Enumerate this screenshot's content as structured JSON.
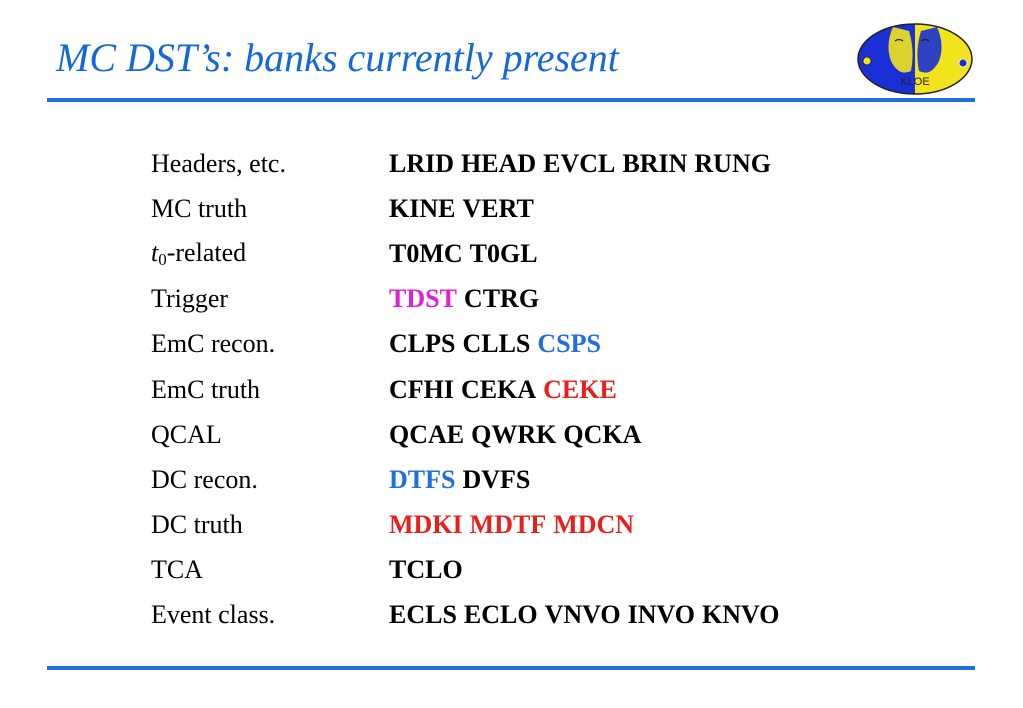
{
  "slide": {
    "title": "MC DST’s: banks currently present",
    "logo_text": "KLOE"
  },
  "colors": {
    "title": "#1569d6",
    "rule": "#1e6fe0",
    "default_bank": "#000000",
    "magenta": "#e020d8",
    "blue": "#1e6fe0",
    "red": "#e8201c"
  },
  "rows": [
    {
      "label": "Headers, etc.",
      "banks": [
        {
          "t": "LRID",
          "c": "#000000"
        },
        {
          "t": "HEAD",
          "c": "#000000"
        },
        {
          "t": "EVCL",
          "c": "#000000"
        },
        {
          "t": "BRIN",
          "c": "#000000"
        },
        {
          "t": "RUNG",
          "c": "#000000"
        }
      ]
    },
    {
      "label": "MC truth",
      "banks": [
        {
          "t": "KINE",
          "c": "#000000"
        },
        {
          "t": "VERT",
          "c": "#000000"
        }
      ]
    },
    {
      "label": "-related",
      "label_prefix": "t",
      "label_sub": "0",
      "banks": [
        {
          "t": "T0MC",
          "c": "#000000"
        },
        {
          "t": "T0GL",
          "c": "#000000"
        }
      ]
    },
    {
      "label": "Trigger",
      "banks": [
        {
          "t": "TDST",
          "c": "#e020d8"
        },
        {
          "t": "CTRG",
          "c": "#000000"
        }
      ]
    },
    {
      "label": "EmC recon.",
      "banks": [
        {
          "t": "CLPS",
          "c": "#000000"
        },
        {
          "t": "CLLS",
          "c": "#000000"
        },
        {
          "t": "CSPS",
          "c": "#1e6fe0"
        }
      ]
    },
    {
      "label": "EmC truth",
      "banks": [
        {
          "t": "CFHI",
          "c": "#000000"
        },
        {
          "t": "CEKA",
          "c": "#000000"
        },
        {
          "t": "CEKE",
          "c": "#e8201c"
        }
      ]
    },
    {
      "label": "QCAL",
      "banks": [
        {
          "t": "QCAE",
          "c": "#000000"
        },
        {
          "t": "QWRK",
          "c": "#000000"
        },
        {
          "t": "QCKA",
          "c": "#000000"
        }
      ]
    },
    {
      "label": "DC recon.",
      "banks": [
        {
          "t": "DTFS",
          "c": "#1e6fe0"
        },
        {
          "t": "DVFS",
          "c": "#000000"
        }
      ]
    },
    {
      "label": "DC truth",
      "banks": [
        {
          "t": "MDKI",
          "c": "#e8201c"
        },
        {
          "t": "MDTF",
          "c": "#e8201c"
        },
        {
          "t": "MDCN",
          "c": "#e8201c"
        }
      ]
    },
    {
      "label": "TCA",
      "banks": [
        {
          "t": "TCLO",
          "c": "#000000"
        }
      ]
    },
    {
      "label": "Event class.",
      "banks": [
        {
          "t": "ECLS",
          "c": "#000000"
        },
        {
          "t": "ECLO",
          "c": "#000000"
        },
        {
          "t": "VNVO",
          "c": "#000000"
        },
        {
          "t": "INVO",
          "c": "#000000"
        },
        {
          "t": "KNVO",
          "c": "#000000"
        }
      ]
    }
  ]
}
